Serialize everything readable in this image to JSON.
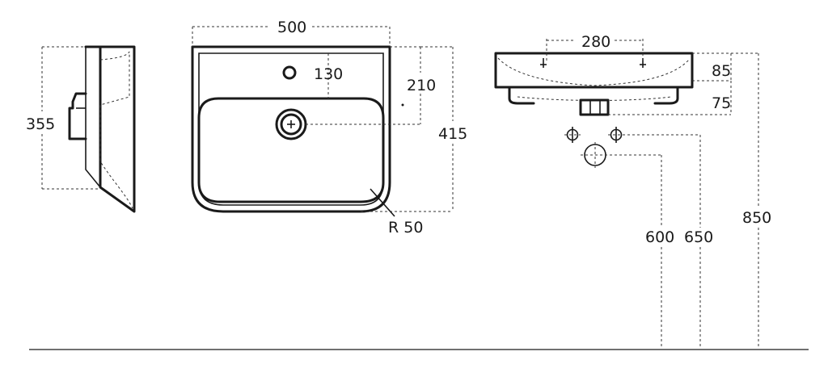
{
  "dimensions": {
    "width": "500",
    "tap_hole_offset": "130",
    "drain_offset": "210",
    "depth": "415",
    "corner_radius": "R 50",
    "side_depth": "355",
    "mount_spacing": "280",
    "rim_height": "85",
    "bottom_height": "75",
    "drain_height": "600",
    "mount_height": "650",
    "rim_top_height": "850"
  }
}
